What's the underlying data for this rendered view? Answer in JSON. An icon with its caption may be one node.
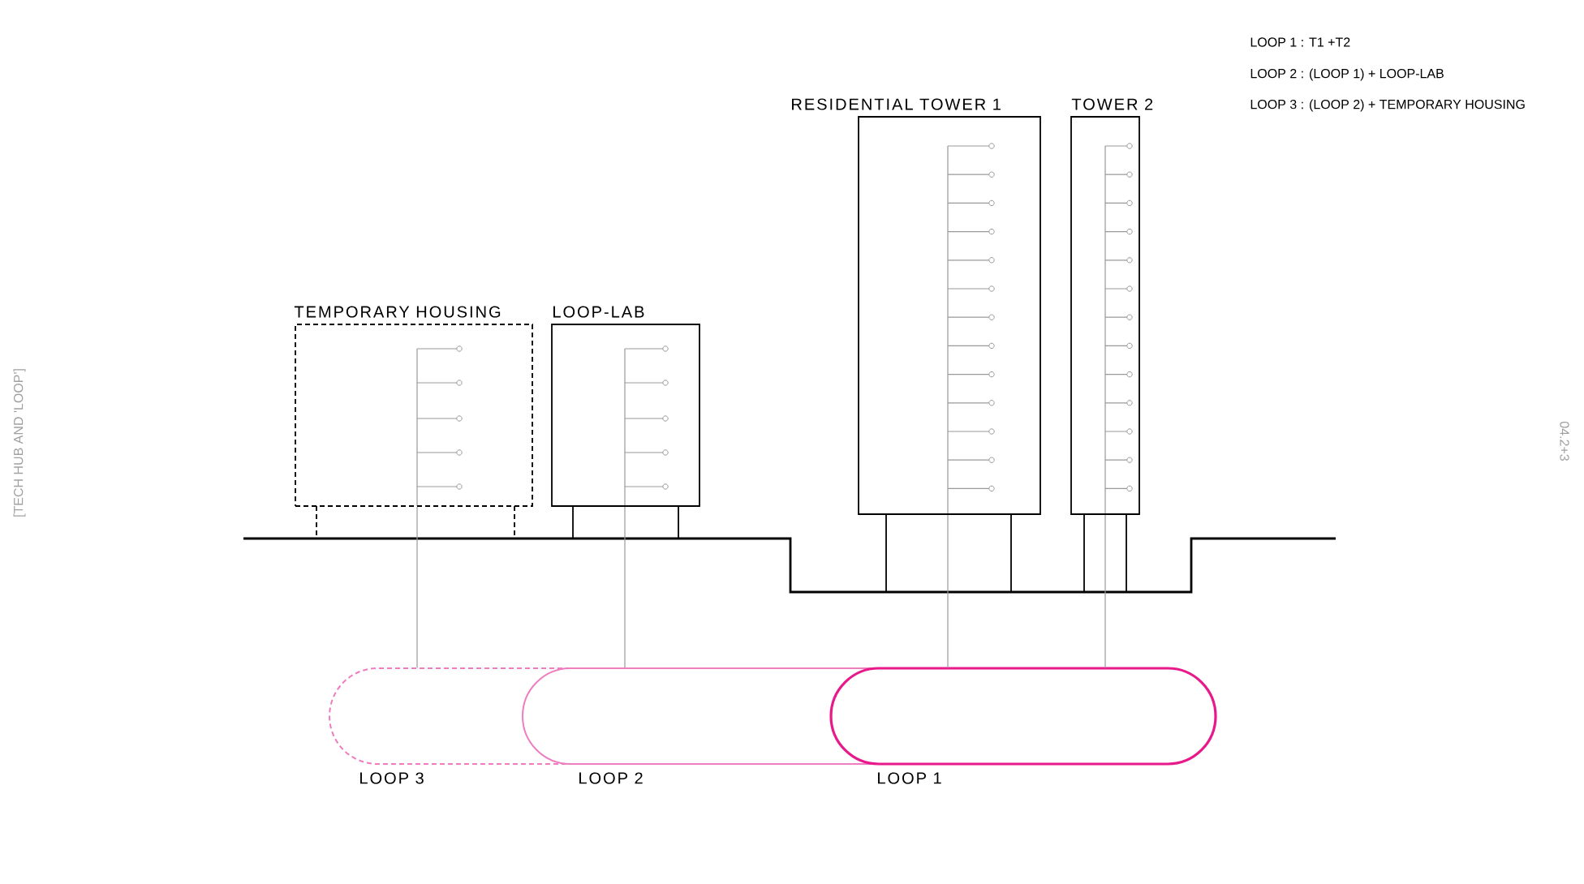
{
  "diagram": {
    "nodes": [
      {
        "text": [
          "TEMPORARY HOUSING"
        ]
      },
      {
        "text": [
          "LOOP-LAB"
        ]
      },
      {
        "text": [
          "RESIDENTIAL TOWER 1"
        ]
      },
      {
        "text": [
          "TOWER 2"
        ]
      },
      {
        "text": [
          "LOOP 3"
        ]
      },
      {
        "text": [
          "LOOP 2"
        ]
      },
      {
        "text": [
          "LOOP 1"
        ]
      }
    ],
    "edges": [
      {
        "from": 0,
        "to": 4,
        "arrow": "none"
      },
      {
        "from": 1,
        "to": 5,
        "arrow": "none"
      },
      {
        "from": 2,
        "to": 6,
        "arrow": "none"
      },
      {
        "from": 3,
        "to": 6,
        "arrow": "none"
      }
    ],
    "labels": [
      "LOOP 1 : T1 +T2",
      "LOOP 2 : (LOOP 1) + LOOP-LAB",
      "LOOP 3 : (LOOP 2) + TEMPORARY HOUSING",
      "[TECH HUB AND 'LOOP']",
      "04.2+3"
    ]
  }
}
